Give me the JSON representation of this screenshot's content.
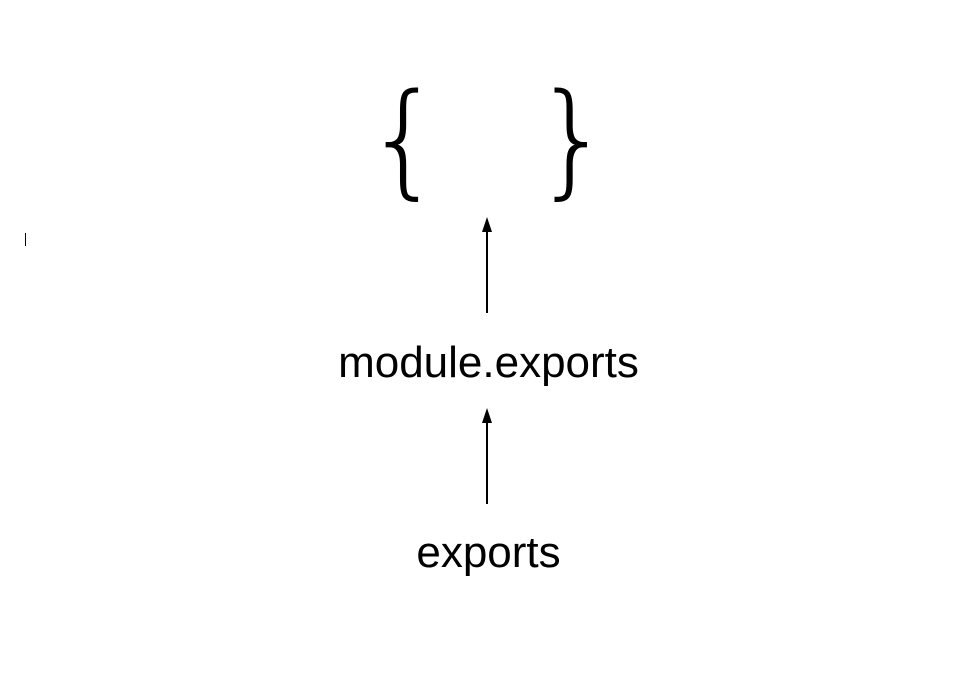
{
  "diagram": {
    "nodes": {
      "object": {
        "open_brace": "{",
        "close_brace": "}"
      },
      "module_exports": {
        "label": "module.exports"
      },
      "exports": {
        "label": "exports"
      }
    },
    "edges": [
      {
        "from": "exports",
        "to": "module_exports"
      },
      {
        "from": "module_exports",
        "to": "object"
      }
    ],
    "colors": {
      "ink": "#000000",
      "background": "#ffffff"
    }
  }
}
